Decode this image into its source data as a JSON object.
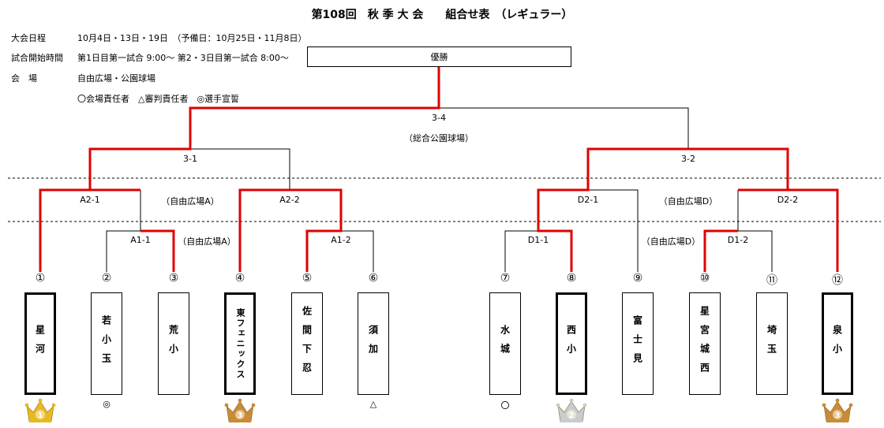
{
  "title": "第108回　秋 季 大 会　　組合せ表　（レギュラー）",
  "info": {
    "schedule_label": "大会日程",
    "schedule_value": "10月4日・13日・19日　（予備日：10月25日・11月8日）",
    "start_label": "試合開始時間",
    "start_value": "第1日目第一試合 9:00～ 第2・3日目第一試合 8:00～",
    "venue_label": "会　場",
    "venue_value": "自由広場・公園球場",
    "legend": "〇会場責任者　△審判責任者　◎選手宣誓"
  },
  "final_label": "優勝",
  "matches": {
    "m34": "3-4",
    "m34_venue": "（総合公園球場）",
    "m31": "3-1",
    "m32": "3-2",
    "a21": "A2-1",
    "a22": "A2-2",
    "a21_venue": "（自由広場A）",
    "a11": "A1-1",
    "a12": "A1-2",
    "a11_venue": "（自由広場A）",
    "d21": "D2-1",
    "d22": "D2-2",
    "d21_venue": "（自由広場D）",
    "d11": "D1-1",
    "d12": "D1-2",
    "d11_venue": "（自由広場D）"
  },
  "teams": [
    {
      "num": "①",
      "name": "星河",
      "mark": "",
      "trophy": "1"
    },
    {
      "num": "②",
      "name": "若小玉",
      "mark": "◎",
      "trophy": ""
    },
    {
      "num": "③",
      "name": "荒小",
      "mark": "",
      "trophy": ""
    },
    {
      "num": "④",
      "name": "東フェニックス",
      "mark": "",
      "trophy": "3"
    },
    {
      "num": "⑤",
      "name": "佐間下忍",
      "mark": "",
      "trophy": ""
    },
    {
      "num": "⑥",
      "name": "須加",
      "mark": "△",
      "trophy": ""
    },
    {
      "num": "⑦",
      "name": "水城",
      "mark": "〇",
      "trophy": ""
    },
    {
      "num": "⑧",
      "name": "西小",
      "mark": "",
      "trophy": "2"
    },
    {
      "num": "⑨",
      "name": "富士見",
      "mark": "",
      "trophy": ""
    },
    {
      "num": "⑩",
      "name": "星宮城西",
      "mark": "",
      "trophy": ""
    },
    {
      "num": "⑪",
      "name": "埼玉",
      "mark": "",
      "trophy": ""
    },
    {
      "num": "⑫",
      "name": "泉小",
      "mark": "",
      "trophy": "3"
    }
  ],
  "colors": {
    "winner_line": "#e00000",
    "line": "#000000",
    "gold": "#e8b923",
    "silver": "#c8ccd0",
    "bronze": "#c98a3a"
  }
}
